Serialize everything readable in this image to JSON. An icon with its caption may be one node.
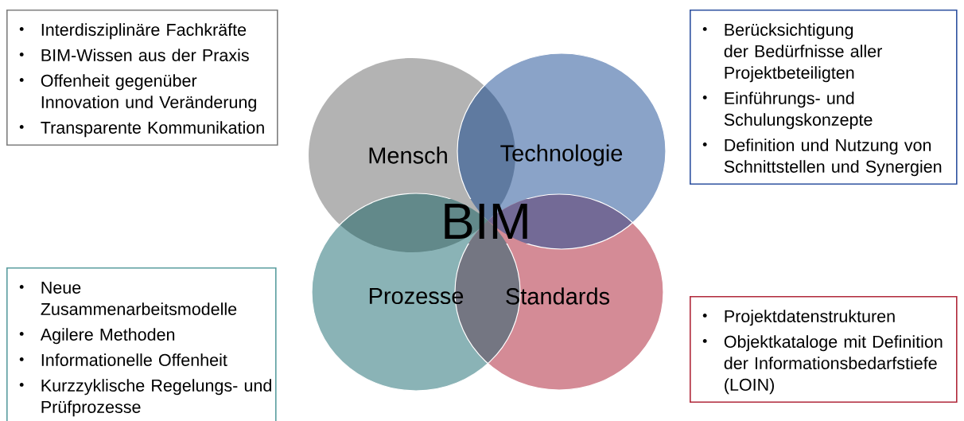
{
  "diagram": {
    "nodes": [
      {
        "text": [
          "Interdisziplinäre Fachkräfte",
          "BIM-Wissen aus der Praxis",
          "Offenheit gegenüber Innovation und Veränderung",
          "Transparente Kommunikation"
        ]
      },
      {
        "text": [
          "Berücksichtigung der Bedürfnisse aller Projektbeteiligten",
          "Einführungs- und Schulungskonzepte",
          "Definition und Nutzung von Schnittstellen und Synergien"
        ]
      },
      {
        "text": [
          "Mensch"
        ]
      },
      {
        "text": [
          "Technologie"
        ]
      },
      {
        "text": [
          "Prozesse"
        ]
      },
      {
        "text": [
          "Standards"
        ]
      },
      {
        "text": [
          "Neue Zusammenarbeitsmodelle",
          "Agilere Methoden",
          "Informationelle Offenheit",
          "Kurzzyklische Regelungs- und Prüfprozesse"
        ]
      },
      {
        "text": [
          "Projektdatenstrukturen",
          "Objektkataloge mit Definition der Informationsbedarfstiefe (LOIN)"
        ]
      }
    ],
    "labels": [
      "BIM"
    ]
  }
}
